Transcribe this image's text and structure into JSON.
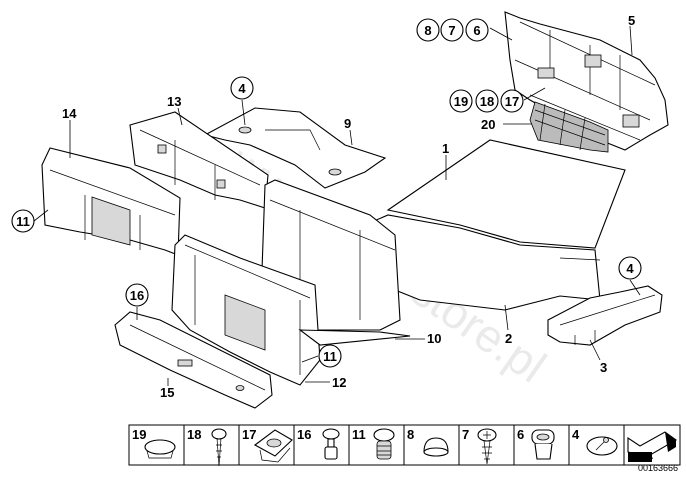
{
  "diagram": {
    "watermark": "www.BMWstore.pl",
    "document_number": "00163666",
    "callouts_circled": [
      {
        "id": "c8",
        "label": "8"
      },
      {
        "id": "c7",
        "label": "7"
      },
      {
        "id": "c6",
        "label": "6"
      },
      {
        "id": "c19",
        "label": "19"
      },
      {
        "id": "c18",
        "label": "18"
      },
      {
        "id": "c17",
        "label": "17"
      },
      {
        "id": "c4a",
        "label": "4"
      },
      {
        "id": "c11a",
        "label": "11"
      },
      {
        "id": "c16",
        "label": "16"
      },
      {
        "id": "c11b",
        "label": "11"
      },
      {
        "id": "c4b",
        "label": "4"
      }
    ],
    "callouts_plain": [
      {
        "id": "p5",
        "label": "5"
      },
      {
        "id": "p20",
        "label": "20"
      },
      {
        "id": "p1",
        "label": "1"
      },
      {
        "id": "p13",
        "label": "13"
      },
      {
        "id": "p9",
        "label": "9"
      },
      {
        "id": "p14",
        "label": "14"
      },
      {
        "id": "p10",
        "label": "10"
      },
      {
        "id": "p2",
        "label": "2"
      },
      {
        "id": "p3",
        "label": "3"
      },
      {
        "id": "p12",
        "label": "12"
      },
      {
        "id": "p15",
        "label": "15"
      }
    ],
    "fastener_strip": [
      {
        "label": "19",
        "icon": "cap-plug-icon"
      },
      {
        "label": "18",
        "icon": "screw-icon"
      },
      {
        "label": "17",
        "icon": "clip-nut-icon"
      },
      {
        "label": "16",
        "icon": "expanding-rivet-icon"
      },
      {
        "label": "11",
        "icon": "push-clip-icon"
      },
      {
        "label": "8",
        "icon": "cap-icon"
      },
      {
        "label": "7",
        "icon": "tapping-screw-icon"
      },
      {
        "label": "6",
        "icon": "grommet-icon"
      },
      {
        "label": "4",
        "icon": "washer-clip-icon"
      },
      {
        "label": "",
        "icon": "arrow-icon"
      }
    ]
  }
}
